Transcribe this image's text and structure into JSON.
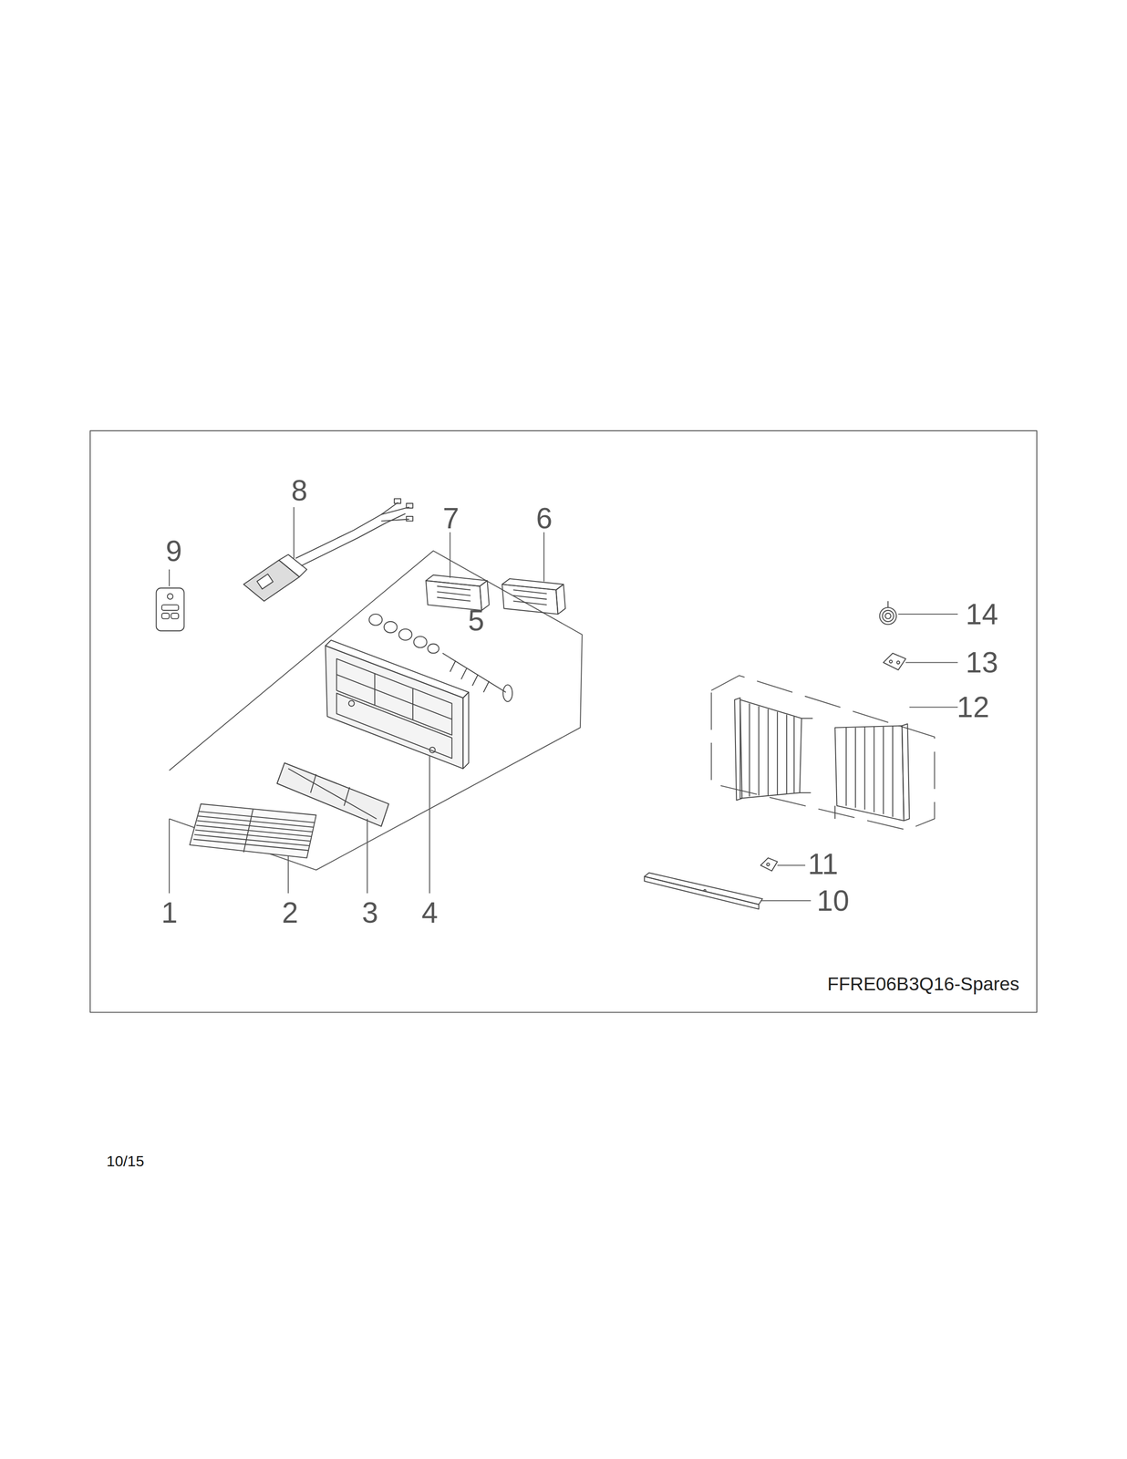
{
  "diagram": {
    "labels": [
      "8",
      "7",
      "6",
      "9",
      "5",
      "14",
      "13",
      "12",
      "11",
      "10",
      "1",
      "2",
      "3",
      "4",
      "FFRE06B3Q16-Spares",
      "10/15"
    ]
  }
}
